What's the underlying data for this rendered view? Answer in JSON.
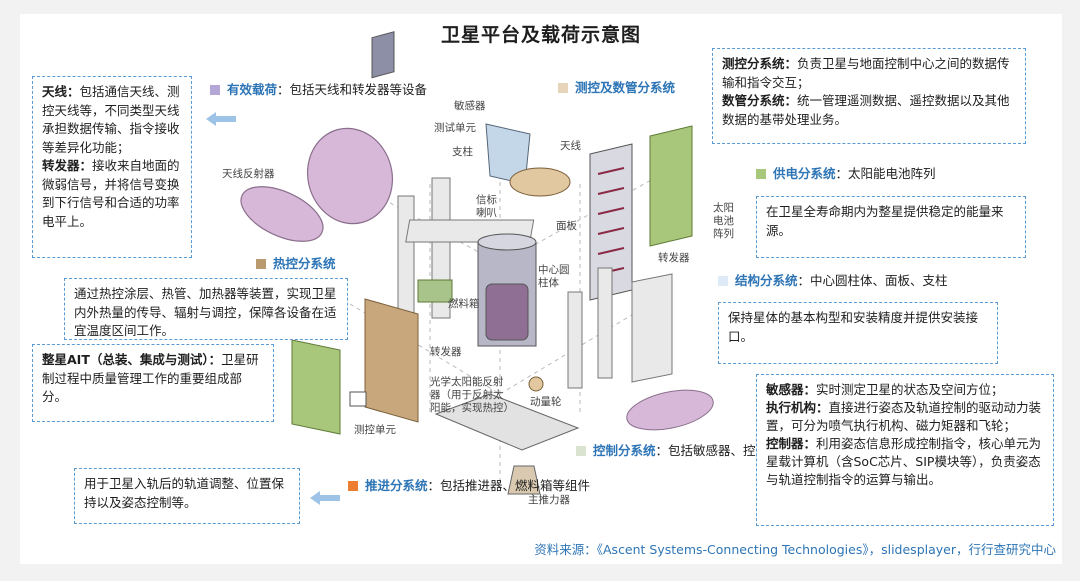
{
  "title": "卫星平台及载荷示意图",
  "payload": {
    "name": "有效载荷",
    "desc": "：包括天线和转发器等设备",
    "color": "#b4a7d6"
  },
  "antenna_box": {
    "h1": "天线：",
    "t1": "包括通信天线、测控天线等，不同类型天线承担数据传输、指令接收等差异化功能；",
    "h2": "转发器：",
    "t2": "接收来自地面的微弱信号，并将信号变换到下行信号和合适的功率电平上。"
  },
  "ttc": {
    "name": "测控及数管分系统",
    "color": "#e6d5b8"
  },
  "ttc_box": {
    "h1": "测控分系统：",
    "t1": "负责卫星与地面控制中心之间的数据传输和指令交互；",
    "h2": "数管分系统：",
    "t2": "统一管理遥测数据、遥控数据以及其他数据的基带处理业务。"
  },
  "power": {
    "name": "供电分系统",
    "desc": "：太阳能电池阵列",
    "color": "#a9c77a"
  },
  "power_box": "在卫星全寿命期内为整星提供稳定的能量来源。",
  "structure": {
    "name": "结构分系统",
    "desc": "：中心圆柱体、面板、支柱",
    "color": "#deebf7"
  },
  "structure_box": "保持星体的基本构型和安装精度并提供安装接口。",
  "thermal": {
    "name": "热控分系统",
    "color": "#b89a6e"
  },
  "thermal_box": "通过热控涂层、热管、加热器等装置，实现卫星内外热量的传导、辐射与调控，保障各设备在适宜温度区间工作。",
  "ait_box": {
    "h": "整星AIT（总装、集成与测试）：",
    "t": "卫星研制过程中质量管理工作的重要组成部分。"
  },
  "control": {
    "name": "控制分系统",
    "desc": "：包括敏感器、控制器和执行机构",
    "color": "#d9e3cf"
  },
  "control_box": {
    "h1": "敏感器：",
    "t1": "实时测定卫星的状态及空间方位；",
    "h2": "执行机构：",
    "t2": "直接进行姿态及轨道控制的驱动动力装置，可分为喷气执行机构、磁力矩器和飞轮；",
    "h3": "控制器：",
    "t3": "利用姿态信息形成控制指令，核心单元为星载计算机（含SoC芯片、SIP模块等），负责姿态与轨道控制指令的运算与输出。"
  },
  "propulsion": {
    "name": "推进分系统",
    "desc": "：包括推进器、燃料箱等组件",
    "color": "#ed7d31"
  },
  "propulsion_box": "用于卫星入轨后的轨道调整、位置保持以及姿态控制等。",
  "parts": {
    "sensor": "敏感器",
    "test_unit_top": "测试单元",
    "strut": "支柱",
    "antenna": "天线",
    "reflector": "天线反射器",
    "beacon": "信标喇叭",
    "panel": "面板",
    "central": "中心圆柱体",
    "transponder_r": "转发器",
    "solar_array": "太阳电池阵列",
    "fuel_tank": "燃料箱",
    "transponder_l": "转发器",
    "osr": "光学太阳能反射器（用于反射太阳能，实现热控）",
    "wheel": "动量轮",
    "test_unit_bottom": "测控单元",
    "main_thruster": "主推力器"
  },
  "source": "资料来源：《Ascent Systems-Connecting Technologies》，slidesplayer，行行查研究中心"
}
